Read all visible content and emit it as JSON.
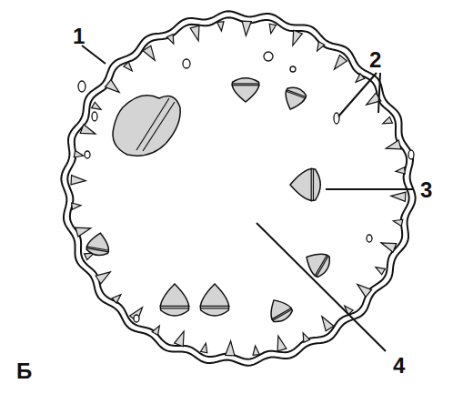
{
  "diagram": {
    "labels": [
      "1",
      "2",
      "3",
      "4",
      "Б"
    ]
  }
}
